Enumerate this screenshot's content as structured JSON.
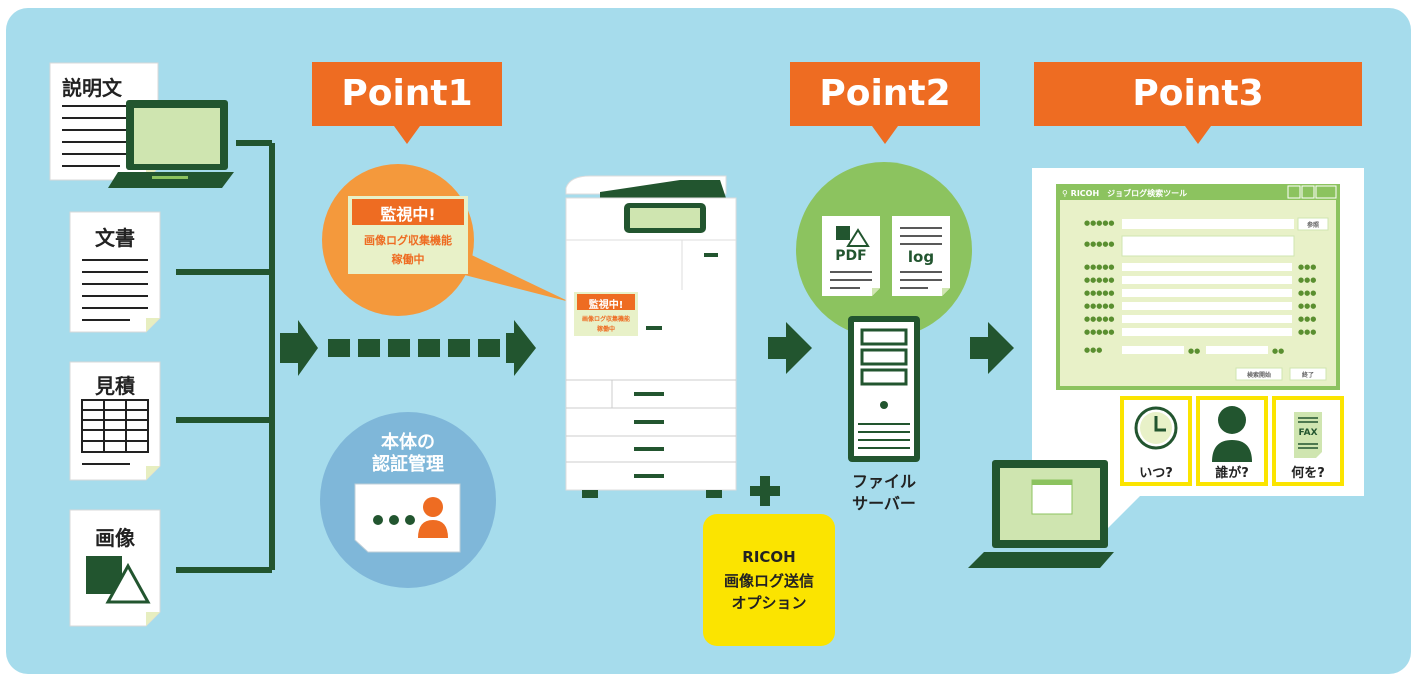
{
  "docs": {
    "explanation": "説明文",
    "document": "文書",
    "estimate": "見積",
    "image": "画像"
  },
  "points": {
    "p1": "Point1",
    "p2": "Point2",
    "p3": "Point3"
  },
  "monitor": {
    "badge": "監視中!",
    "line1": "画像ログ収集機能",
    "line2": "稼働中"
  },
  "copier_label": {
    "badge": "監視中!",
    "line1": "画像ログ収集機能",
    "line2": "稼働中"
  },
  "auth": {
    "line1": "本体の",
    "line2": "認証管理"
  },
  "option": {
    "line1": "RICOH",
    "line2": "画像ログ送信",
    "line3": "オプション"
  },
  "files": {
    "pdf": "PDF",
    "log": "log"
  },
  "server": {
    "line1": "ファイル",
    "line2": "サーバー"
  },
  "tool": {
    "title": "RICOH　ジョブログ検索ツール",
    "browse": "参照",
    "search": "検索開始",
    "exit": "終了",
    "field_marker": "●●●●●",
    "short_marker": "●●●",
    "pair_marker": "●●"
  },
  "questions": {
    "when": "いつ?",
    "who": "誰が?",
    "what": "何を?",
    "fax": "FAX"
  },
  "colors": {
    "background": "#a6dcec",
    "dark_green": "#22552f",
    "orange": "#ee6c22",
    "light_orange": "#f4993c",
    "green_circle": "#8cc35f",
    "blue_circle": "#7fb7d9",
    "yellow": "#fbe400"
  }
}
